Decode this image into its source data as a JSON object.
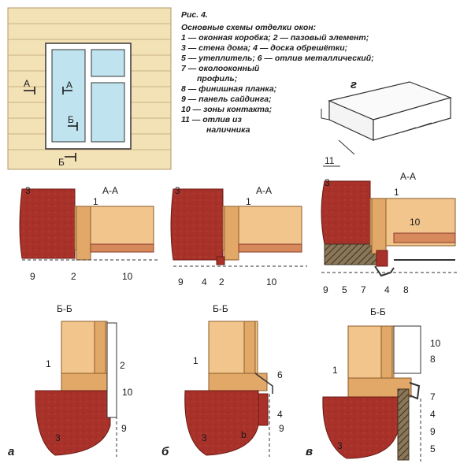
{
  "figure": {
    "title": "Рис. 4.",
    "caption": [
      "Основные схемы отделки окон:",
      "1 — оконная коробка; 2 — пазовый элемент;",
      "3 — стена дома; 4 — доска обрешётки;",
      "5 — утеплитель; 6 — отлив металлический;",
      "7 — околооконный",
      "профиль;",
      "8 — финишная планка;",
      "9 — панель сайдинга;",
      "10 — зоны контакта;",
      "11 — отлив из",
      "наличника"
    ]
  },
  "overview": {
    "cut_a_left": "А",
    "cut_a_right": "А",
    "cut_b_top": "Б",
    "cut_b_bottom": "Б"
  },
  "detail_g": {
    "letter": "г",
    "label": "11"
  },
  "sections": {
    "aa": "А-А",
    "bb": "Б-Б"
  },
  "columns": [
    {
      "letter": "а",
      "aa_labels": [
        "3",
        "1",
        "9",
        "2",
        "10"
      ],
      "bb_labels": [
        "1",
        "2",
        "10",
        "3",
        "9"
      ]
    },
    {
      "letter": "б",
      "aa_labels": [
        "3",
        "1",
        "9",
        "4",
        "2",
        "10"
      ],
      "bb_labels": [
        "1",
        "6",
        "4",
        "3",
        "b",
        "9"
      ]
    },
    {
      "letter": "в",
      "aa_labels": [
        "3",
        "1",
        "10",
        "9",
        "5",
        "7",
        "4",
        "8"
      ],
      "bb_labels": [
        "10",
        "8",
        "1",
        "7",
        "4",
        "9",
        "3",
        "5"
      ]
    }
  ],
  "colors": {
    "wall": "#a8322a",
    "wall_dark": "#7a1e18",
    "wood": "#f2c58c",
    "siding": "#f2e2b6",
    "glass": "#bfe3ef",
    "insulation": "#8a7658"
  }
}
